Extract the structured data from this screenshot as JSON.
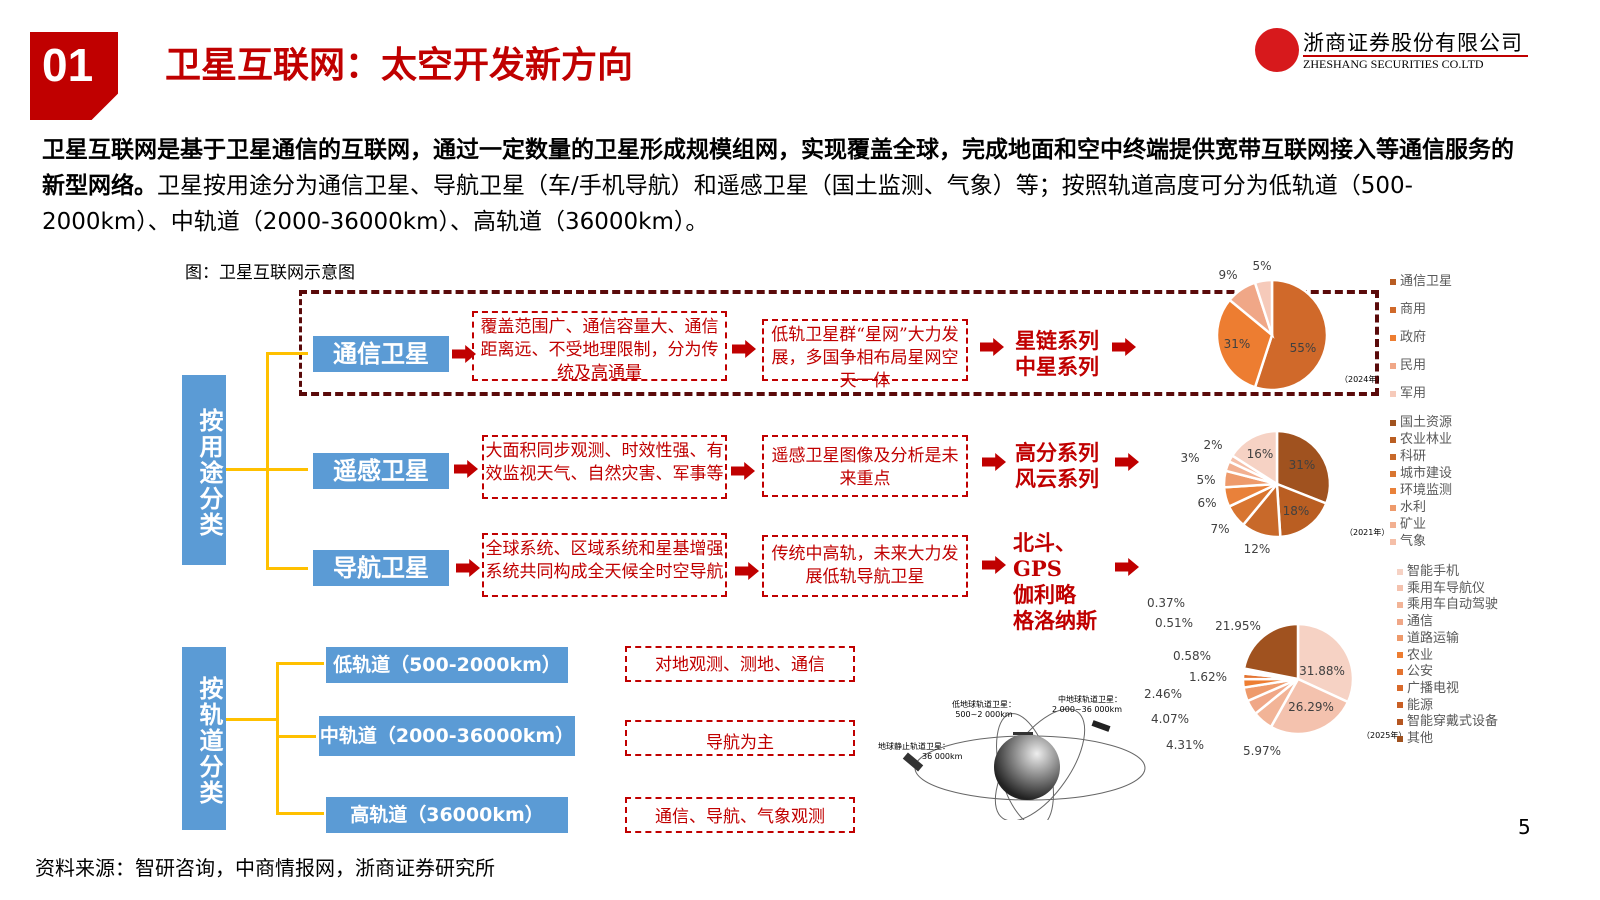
{
  "header": {
    "number": "01",
    "title": "卫星互联网：太空开发新方向",
    "logo_cn": "浙商证券股份有限公司",
    "logo_en": "ZHESHANG SECURITIES CO.LTD"
  },
  "intro": {
    "bold": "卫星互联网是基于卫星通信的互联网，通过一定数量的卫星形成规模组网，实现覆盖全球，完成地面和空中终端提供宽带互联网接入等通信服务的新型网络。",
    "rest": "卫星按用途分为通信卫星、导航卫星（车/手机导航）和遥感卫星（国土监测、气象）等；按照轨道高度可分为低轨道（500-2000km）、中轨道（2000-36000km）、高轨道（36000km）。"
  },
  "figure_caption": "图：卫星互联网示意图",
  "by_use": {
    "label": "按用途分类",
    "rows": [
      {
        "name": "通信卫星",
        "desc": "覆盖范围广、通信容量大、通信距离远、不受地理限制，分为传统及高通量",
        "trend": "低轨卫星群“星网”大力发展，多国争相布局星网空天一体",
        "series": [
          "星链系列",
          "中星系列"
        ]
      },
      {
        "name": "遥感卫星",
        "desc": "大面积同步观测、时效性强、有效监视天气、自然灾害、军事等",
        "trend": "遥感卫星图像及分析是未来重点",
        "series": [
          "高分系列",
          "风云系列"
        ]
      },
      {
        "name": "导航卫星",
        "desc": "全球系统、区域系统和星基增强系统共同构成全天候全时空导航",
        "trend": "传统中高轨，未来大力发展低轨导航卫星",
        "series": [
          "北斗、",
          "GPS",
          "伽利略",
          "格洛纳斯"
        ]
      }
    ]
  },
  "by_orbit": {
    "label": "按轨道分类",
    "rows": [
      {
        "name": "低轨道（500-2000km）",
        "use": "对地观测、测地、通信"
      },
      {
        "name": "中轨道（2000-36000km）",
        "use": "导航为主"
      },
      {
        "name": "高轨道（36000km）",
        "use": "通信、导航、气象观测"
      }
    ]
  },
  "orbit_diagram": {
    "leo": "低地球轨道卫星：",
    "leo_range": "500~2 000km",
    "meo": "中地球轨道卫星：",
    "meo_range": "2 000~36 000km",
    "geo": "地球静止轨道卫星：",
    "geo_range": "36 000km"
  },
  "chart_data": [
    {
      "type": "pie",
      "title": "通信卫星",
      "year": "（2024年）",
      "categories": [
        "商用",
        "政府",
        "民用",
        "军用"
      ],
      "values": [
        55,
        31,
        9,
        5
      ],
      "labels": [
        "55%",
        "31%",
        "9%",
        "5%"
      ],
      "colors": [
        "#D0692A",
        "#ED7D31",
        "#F0A787",
        "#F6CABA"
      ],
      "legend_colors": [
        "#B85C22",
        "#D0692A",
        "#ED7D31",
        "#F0A787",
        "#F6CABA"
      ]
    },
    {
      "type": "pie",
      "year": "（2021年）",
      "legend": [
        "国土资源",
        "农业林业",
        "科研",
        "城市建设",
        "环境监测",
        "水利",
        "矿业",
        "气象"
      ],
      "values": [
        31,
        18,
        12,
        7,
        6,
        5,
        3,
        2,
        16
      ],
      "labels": [
        "31%",
        "18%",
        "12%",
        "7%",
        "6%",
        "5%",
        "3%",
        "2%",
        "16%"
      ],
      "colors": [
        "#A0521F",
        "#BA5E22",
        "#C8692A",
        "#D87530",
        "#E9813A",
        "#EE9A6B",
        "#F2B091",
        "#F5BFA8",
        "#F6D2C4"
      ]
    },
    {
      "type": "pie",
      "year": "（2025年）",
      "categories": [
        "智能手机",
        "乘用车导航仪",
        "乘用车自动驾驶",
        "通信",
        "道路运输",
        "农业",
        "公安",
        "广播电视",
        "能源",
        "智能穿戴式设备",
        "其他"
      ],
      "values": [
        31.88,
        26.29,
        5.97,
        4.31,
        4.07,
        2.46,
        1.62,
        0.58,
        0.51,
        0.37,
        21.95
      ],
      "labels": [
        "31.88%",
        "26.29%",
        "5.97%",
        "4.31%",
        "4.07%",
        "2.46%",
        "1.62%",
        "0.58%",
        "0.51%",
        "0.37%",
        "21.95%"
      ],
      "colors": [
        "#F6D2C4",
        "#F4C2AE",
        "#F2B497",
        "#F0A787",
        "#EE9A6B",
        "#ED7D31",
        "#E47330",
        "#D8692A",
        "#C95F25",
        "#B55621",
        "#A0521F"
      ]
    }
  ],
  "footer": {
    "source": "资料来源：智研咨询，中商情报网，浙商证券研究所",
    "page": "5"
  }
}
